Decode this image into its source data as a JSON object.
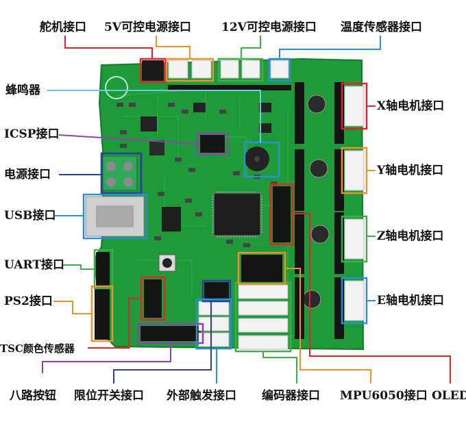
{
  "labels": {
    "servo": "舵机接口",
    "power5v": "5V可控电源接口",
    "power12v": "12V可控电源接口",
    "temp": "温度传感器接口",
    "buzzer": "蜂鸣器",
    "icsp": "ICSP接口",
    "power": "电源接口",
    "usb": "USB接口",
    "uart": "UART接口",
    "ps2": "PS2接口",
    "tsc": "TSC颜色传感器",
    "x_motor": "X轴电机接口",
    "y_motor": "Y轴电机接口",
    "z_motor": "Z轴电机接口",
    "e_motor": "E轴电机接口",
    "eight_keys": "八路按钮",
    "limit": "限位开关接口",
    "trigger": "外部触发接口",
    "encoder": "编码器接口",
    "mpu": "MPU6050接口",
    "oled": "OLED"
  },
  "colors": {
    "red": "#e0242a",
    "orange": "#f0922a",
    "green": "#3fae49",
    "blue": "#2a8fd6",
    "purple": "#8e44ad",
    "navy": "#2c3e9a",
    "cyan": "#6fc8e6",
    "pcb": "#1f9a3a",
    "pcb_dark": "#137a2a"
  }
}
